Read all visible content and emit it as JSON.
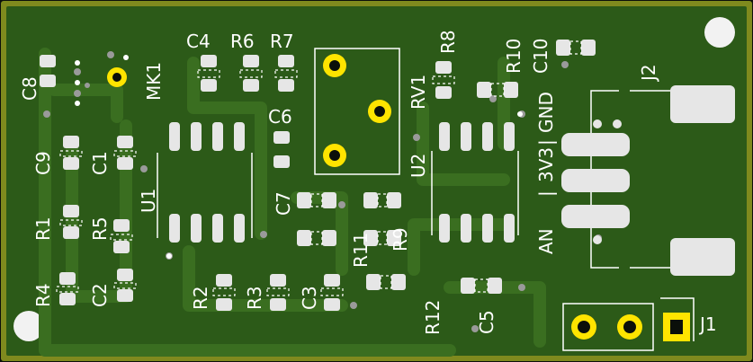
{
  "board": {
    "colors": {
      "board_edge": "#7f8a1e",
      "pcb_fill": "#2c5a18",
      "copper": "#3a6e20",
      "pad": "#e6e6e6",
      "silk": "#ffffff",
      "gold": "#ffe400",
      "via": "#9a9a9a"
    }
  },
  "labels": {
    "c8": "C8",
    "c9": "C9",
    "c1": "C1",
    "r1": "R1",
    "r5": "R5",
    "r4": "R4",
    "c2": "C2",
    "mk1": "MK1",
    "u1": "U1",
    "c4": "C4",
    "r6": "R6",
    "r7": "R7",
    "c6": "C6",
    "c7": "C7",
    "r2": "R2",
    "r3": "R3",
    "c3": "C3",
    "r11": "R11",
    "r9": "R9",
    "r12": "R12",
    "c5": "C5",
    "r8": "R8",
    "rv1": "RV1",
    "u2": "U2",
    "r10": "R10",
    "c10": "C10",
    "j2": "J2",
    "pin_gnd": "GND",
    "pin_3v3": "3V3",
    "pin_an": "AN",
    "sep1": "|",
    "sep2": "|",
    "j1": "J1"
  }
}
